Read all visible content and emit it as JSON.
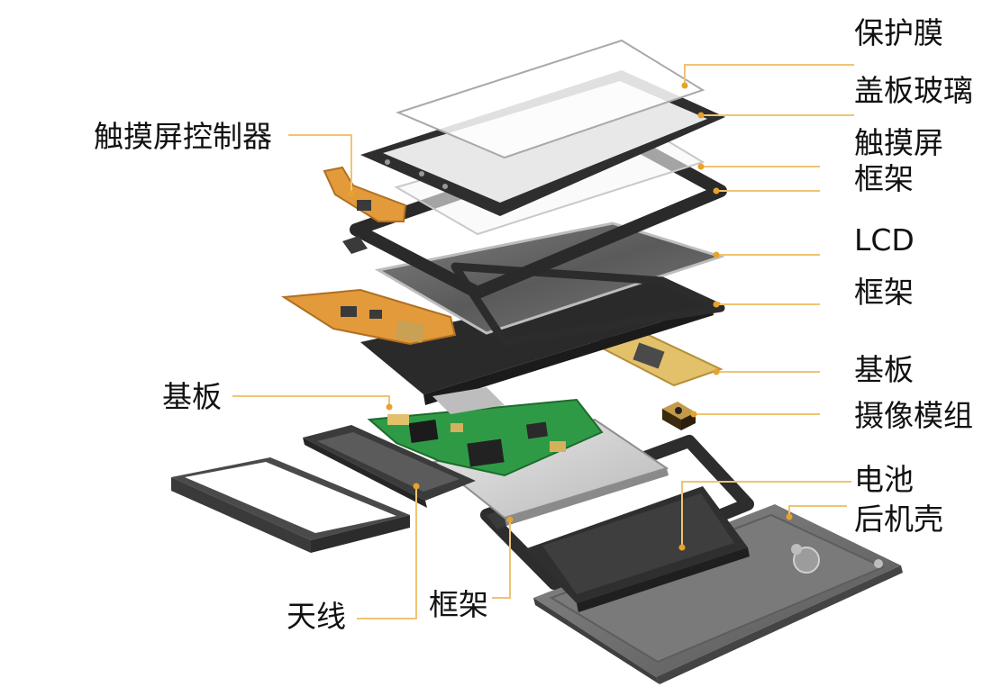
{
  "labels": {
    "protective_film": "保护膜",
    "cover_glass": "盖板玻璃",
    "touch_screen": "触摸屏",
    "frame_top": "框架",
    "lcd": "LCD",
    "frame_mid": "框架",
    "substrate_right": "基板",
    "camera_module": "摄像模组",
    "battery": "电池",
    "back_shell": "后机壳",
    "touch_controller": "触摸屏控制器",
    "substrate_left": "基板",
    "antenna": "天线",
    "frame_bottom": "框架"
  },
  "colors": {
    "leader_line": "#f0c373",
    "leader_dot": "#e7a32a",
    "frame_dark": "#2b2b2b",
    "lcd_panel": "#5b5b5b",
    "fpc_orange": "#e39a3b",
    "pcb_green": "#2f9a45",
    "back_shell": "#6b6b6b",
    "battery": "#3a3a3a"
  }
}
